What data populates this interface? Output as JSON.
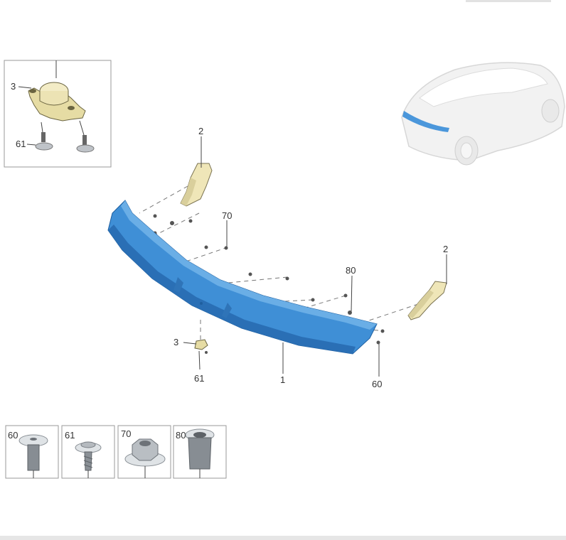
{
  "labels": {
    "p1": "1",
    "p2_left": "2",
    "p2_right": "2",
    "p3_inset": "3",
    "p3_main": "3",
    "p60": "60",
    "p61_inset": "61",
    "p61_main": "61",
    "p70": "70",
    "p80": "80"
  },
  "legend": [
    {
      "label": "60"
    },
    {
      "label": "61"
    },
    {
      "label": "70"
    },
    {
      "label": "80"
    }
  ],
  "colors": {
    "bumper": "#3f8fd6",
    "bumper_dark": "#2a6fb5",
    "bracket": "#efe6b8",
    "car_ghost": "#ececec",
    "car_highlight": "#4b97db"
  }
}
